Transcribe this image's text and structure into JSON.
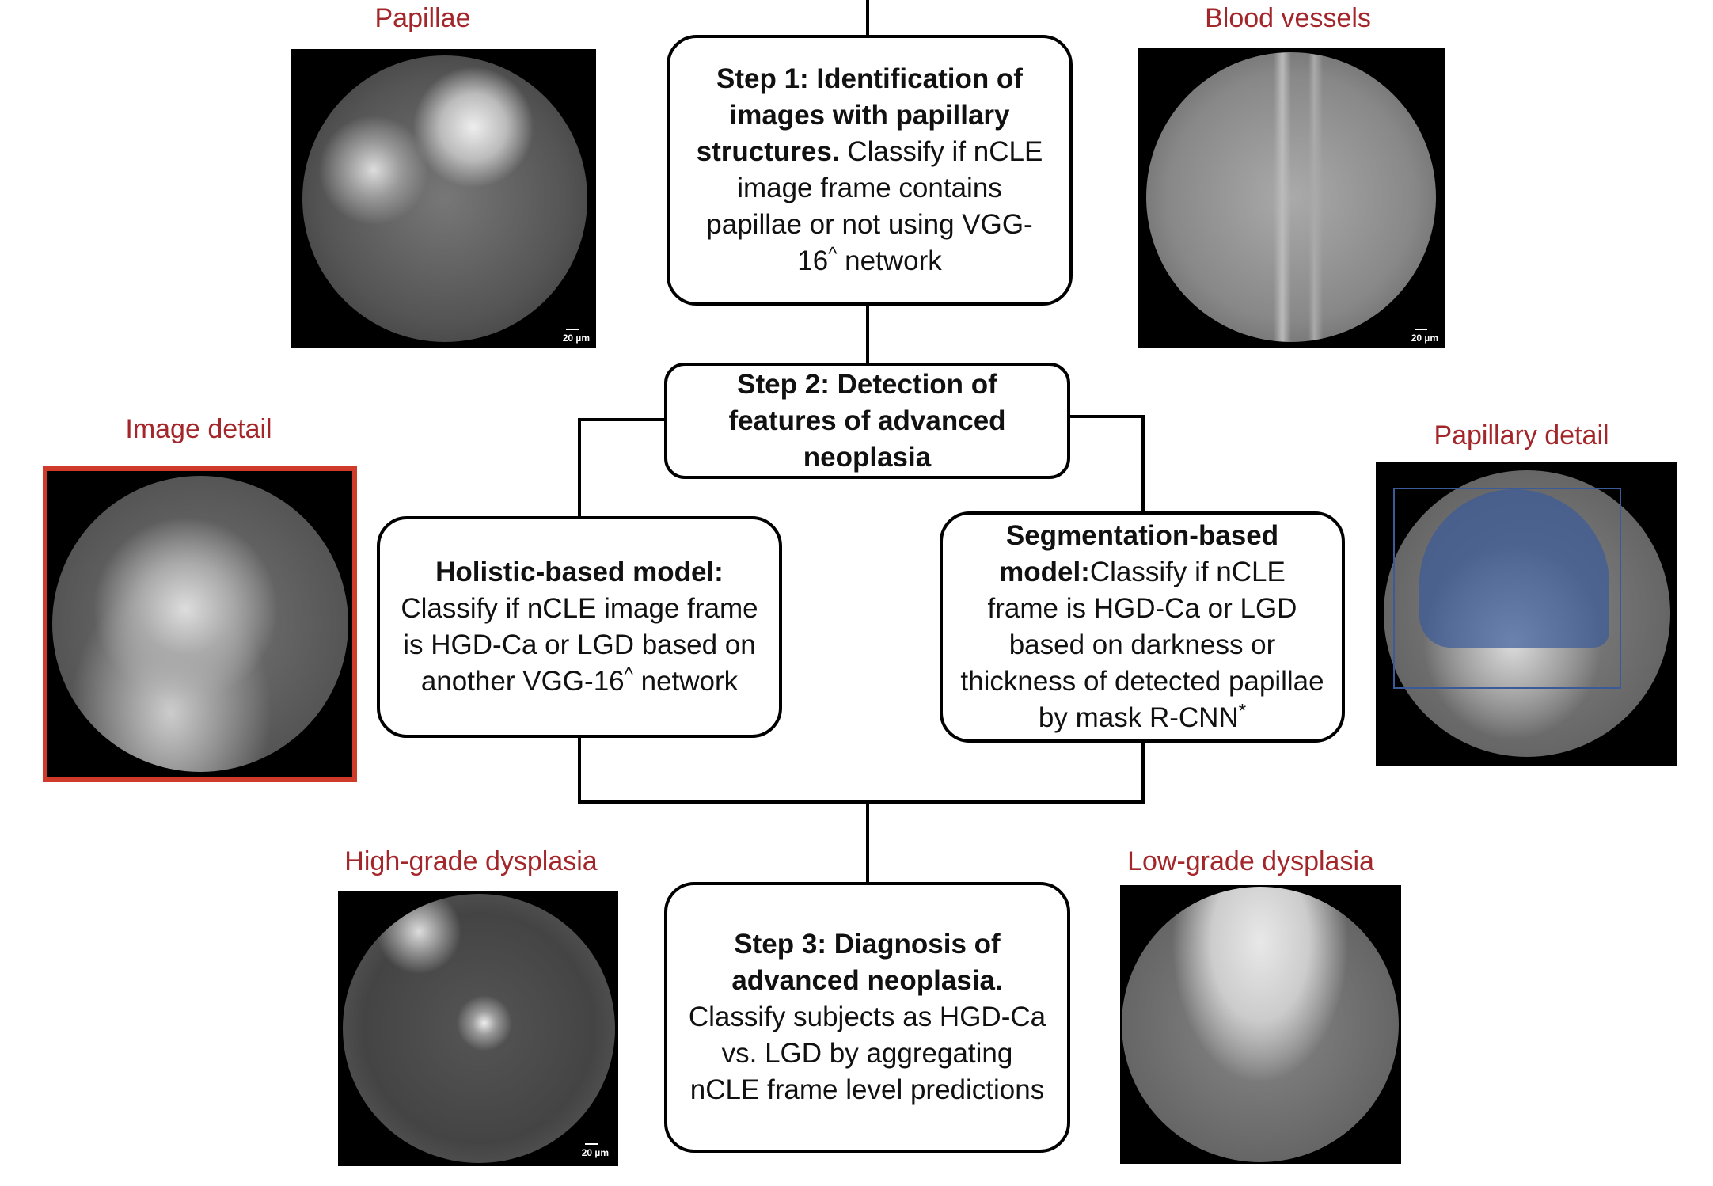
{
  "steps": {
    "step1": {
      "bold": "Step 1: Identification of images with papillary structures.",
      "text": " Classify if nCLE image frame contains papillae or not using VGG-16",
      "sup": "^",
      "tail": " network"
    },
    "step2": {
      "bold": "Step 2: Detection of features of advanced neoplasia"
    },
    "holistic": {
      "bold": "Holistic-based model:",
      "text": " Classify if nCLE image frame is HGD-Ca or LGD based on another VGG-16",
      "sup": "^",
      "tail": " network"
    },
    "segmentation": {
      "bold": "Segmentation-based model:",
      "text": "Classify if nCLE frame is HGD-Ca or LGD based on darkness or thickness of detected papillae by mask R-CNN",
      "sup": "*"
    },
    "step3": {
      "bold": "Step 3: Diagnosis of advanced neoplasia.",
      "text": " Classify subjects as HGD-Ca vs. LGD by aggregating nCLE frame level predictions"
    }
  },
  "images": {
    "papillae": {
      "label": "Papillae",
      "scale": "20 µm"
    },
    "blood_vessels": {
      "label": "Blood vessels",
      "scale": "20 µm"
    },
    "image_detail": {
      "label": "Image detail"
    },
    "papillary_detail": {
      "label": "Papillary detail"
    },
    "high_grade": {
      "label": "High-grade dysplasia",
      "scale": "20 µm"
    },
    "low_grade": {
      "label": "Low-grade dysplasia"
    }
  },
  "colors": {
    "label": "#a3262a",
    "highlight_frame": "#d03a2a",
    "segmentation_mask": "#3b5a9a"
  }
}
